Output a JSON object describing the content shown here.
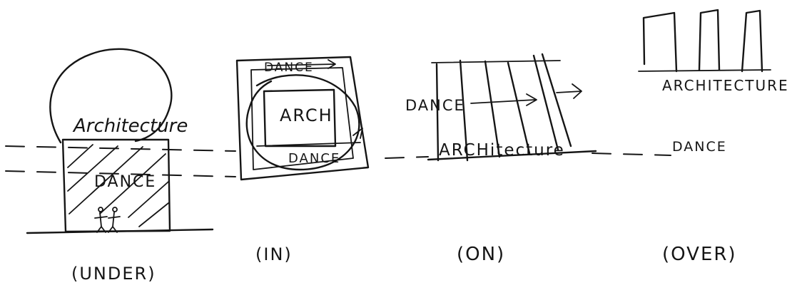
{
  "panels": [
    {
      "id": "under",
      "architecture_label": "Architecture",
      "dance_label": "DANCE",
      "caption": "(UNDER)"
    },
    {
      "id": "in",
      "architecture_label": "ARCH",
      "dance_label_top": "DANCE",
      "dance_label_bottom": "DANCE",
      "caption": "(IN)"
    },
    {
      "id": "on",
      "architecture_label": "ARCHitecture",
      "dance_label": "DANCE",
      "caption": "(ON)"
    },
    {
      "id": "over",
      "architecture_label": "ARCHITECTURE",
      "dance_label": "DANCE",
      "caption": "(OVER)"
    }
  ],
  "colors": {
    "ink": "#151515",
    "paper": "#ffffff"
  }
}
